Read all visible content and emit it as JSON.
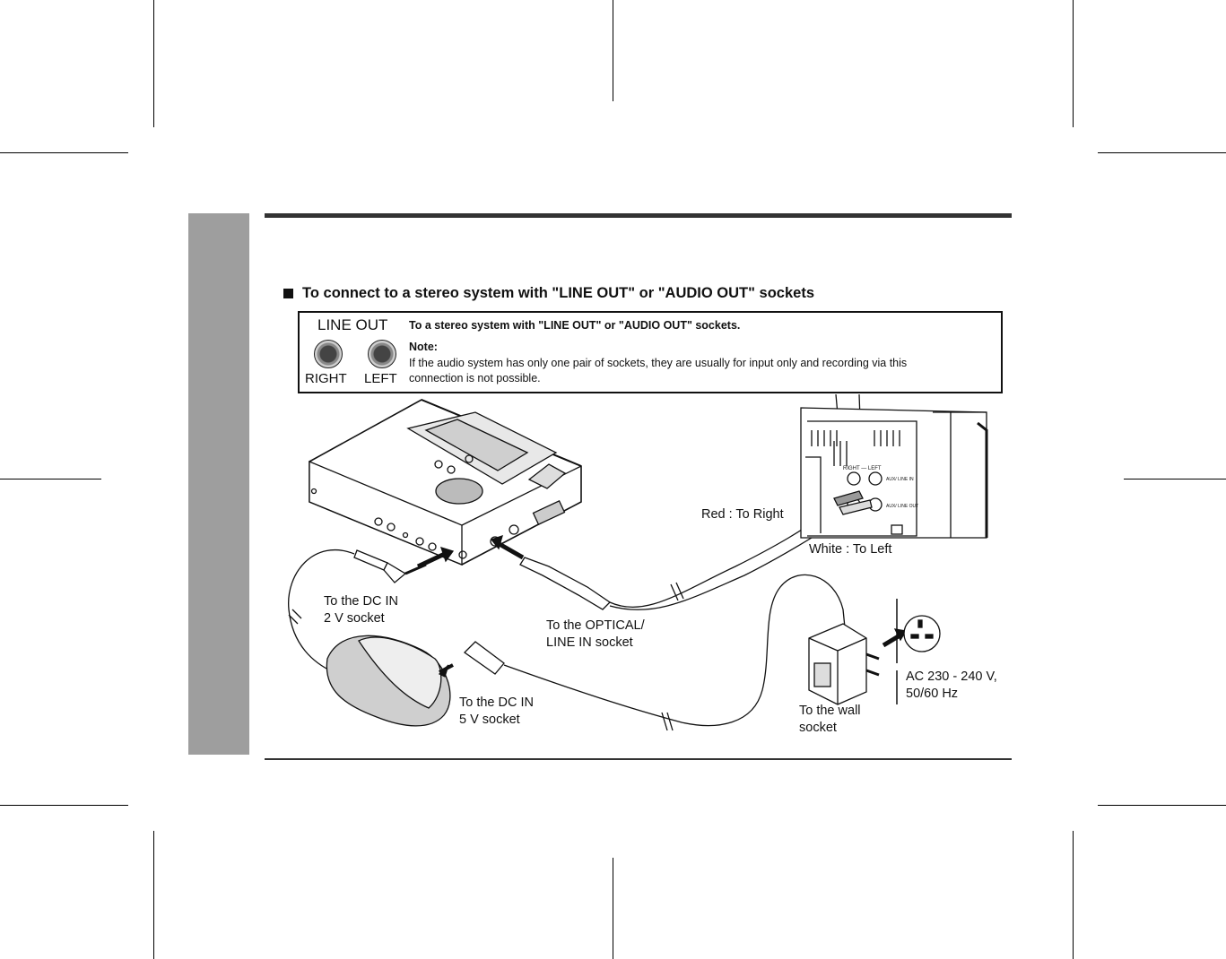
{
  "heading": "To connect to a stereo system with \"LINE OUT\" or \"AUDIO OUT\" sockets",
  "line_out_box": {
    "title": "LINE OUT",
    "right_label": "RIGHT",
    "left_label": "LEFT",
    "description": "To a stereo system with \"LINE OUT\" or \"AUDIO OUT\" sockets.",
    "note_label": "Note:",
    "note_line1": "If the audio system has only one pair of sockets, they are usually for input only and recording via this",
    "note_line2": "connection is not possible."
  },
  "labels": {
    "red_right": "Red : To Right",
    "white_left": "White : To Left",
    "dc_in_2v_line1": "To  the  DC  IN",
    "dc_in_2v_line2": "2 V socket",
    "optical_line1": "To  the  OPTICAL/",
    "optical_line2": "LINE IN socket",
    "dc_in_5v_line1": "To  the  DC  IN",
    "dc_in_5v_line2": "5 V socket",
    "wall_line1": "To the wall",
    "wall_line2": "socket",
    "ac_line1": "AC 230 - 240 V,",
    "ac_line2": "50/60 Hz"
  },
  "stereo_panel_text": {
    "right_left": "RIGHT — LEFT",
    "aux_line_in": "AUX/ LINE IN",
    "aux_line_out": "AUX/ LINE OUT"
  },
  "colors": {
    "side_tab": "#9e9e9e",
    "rule": "#333333"
  }
}
